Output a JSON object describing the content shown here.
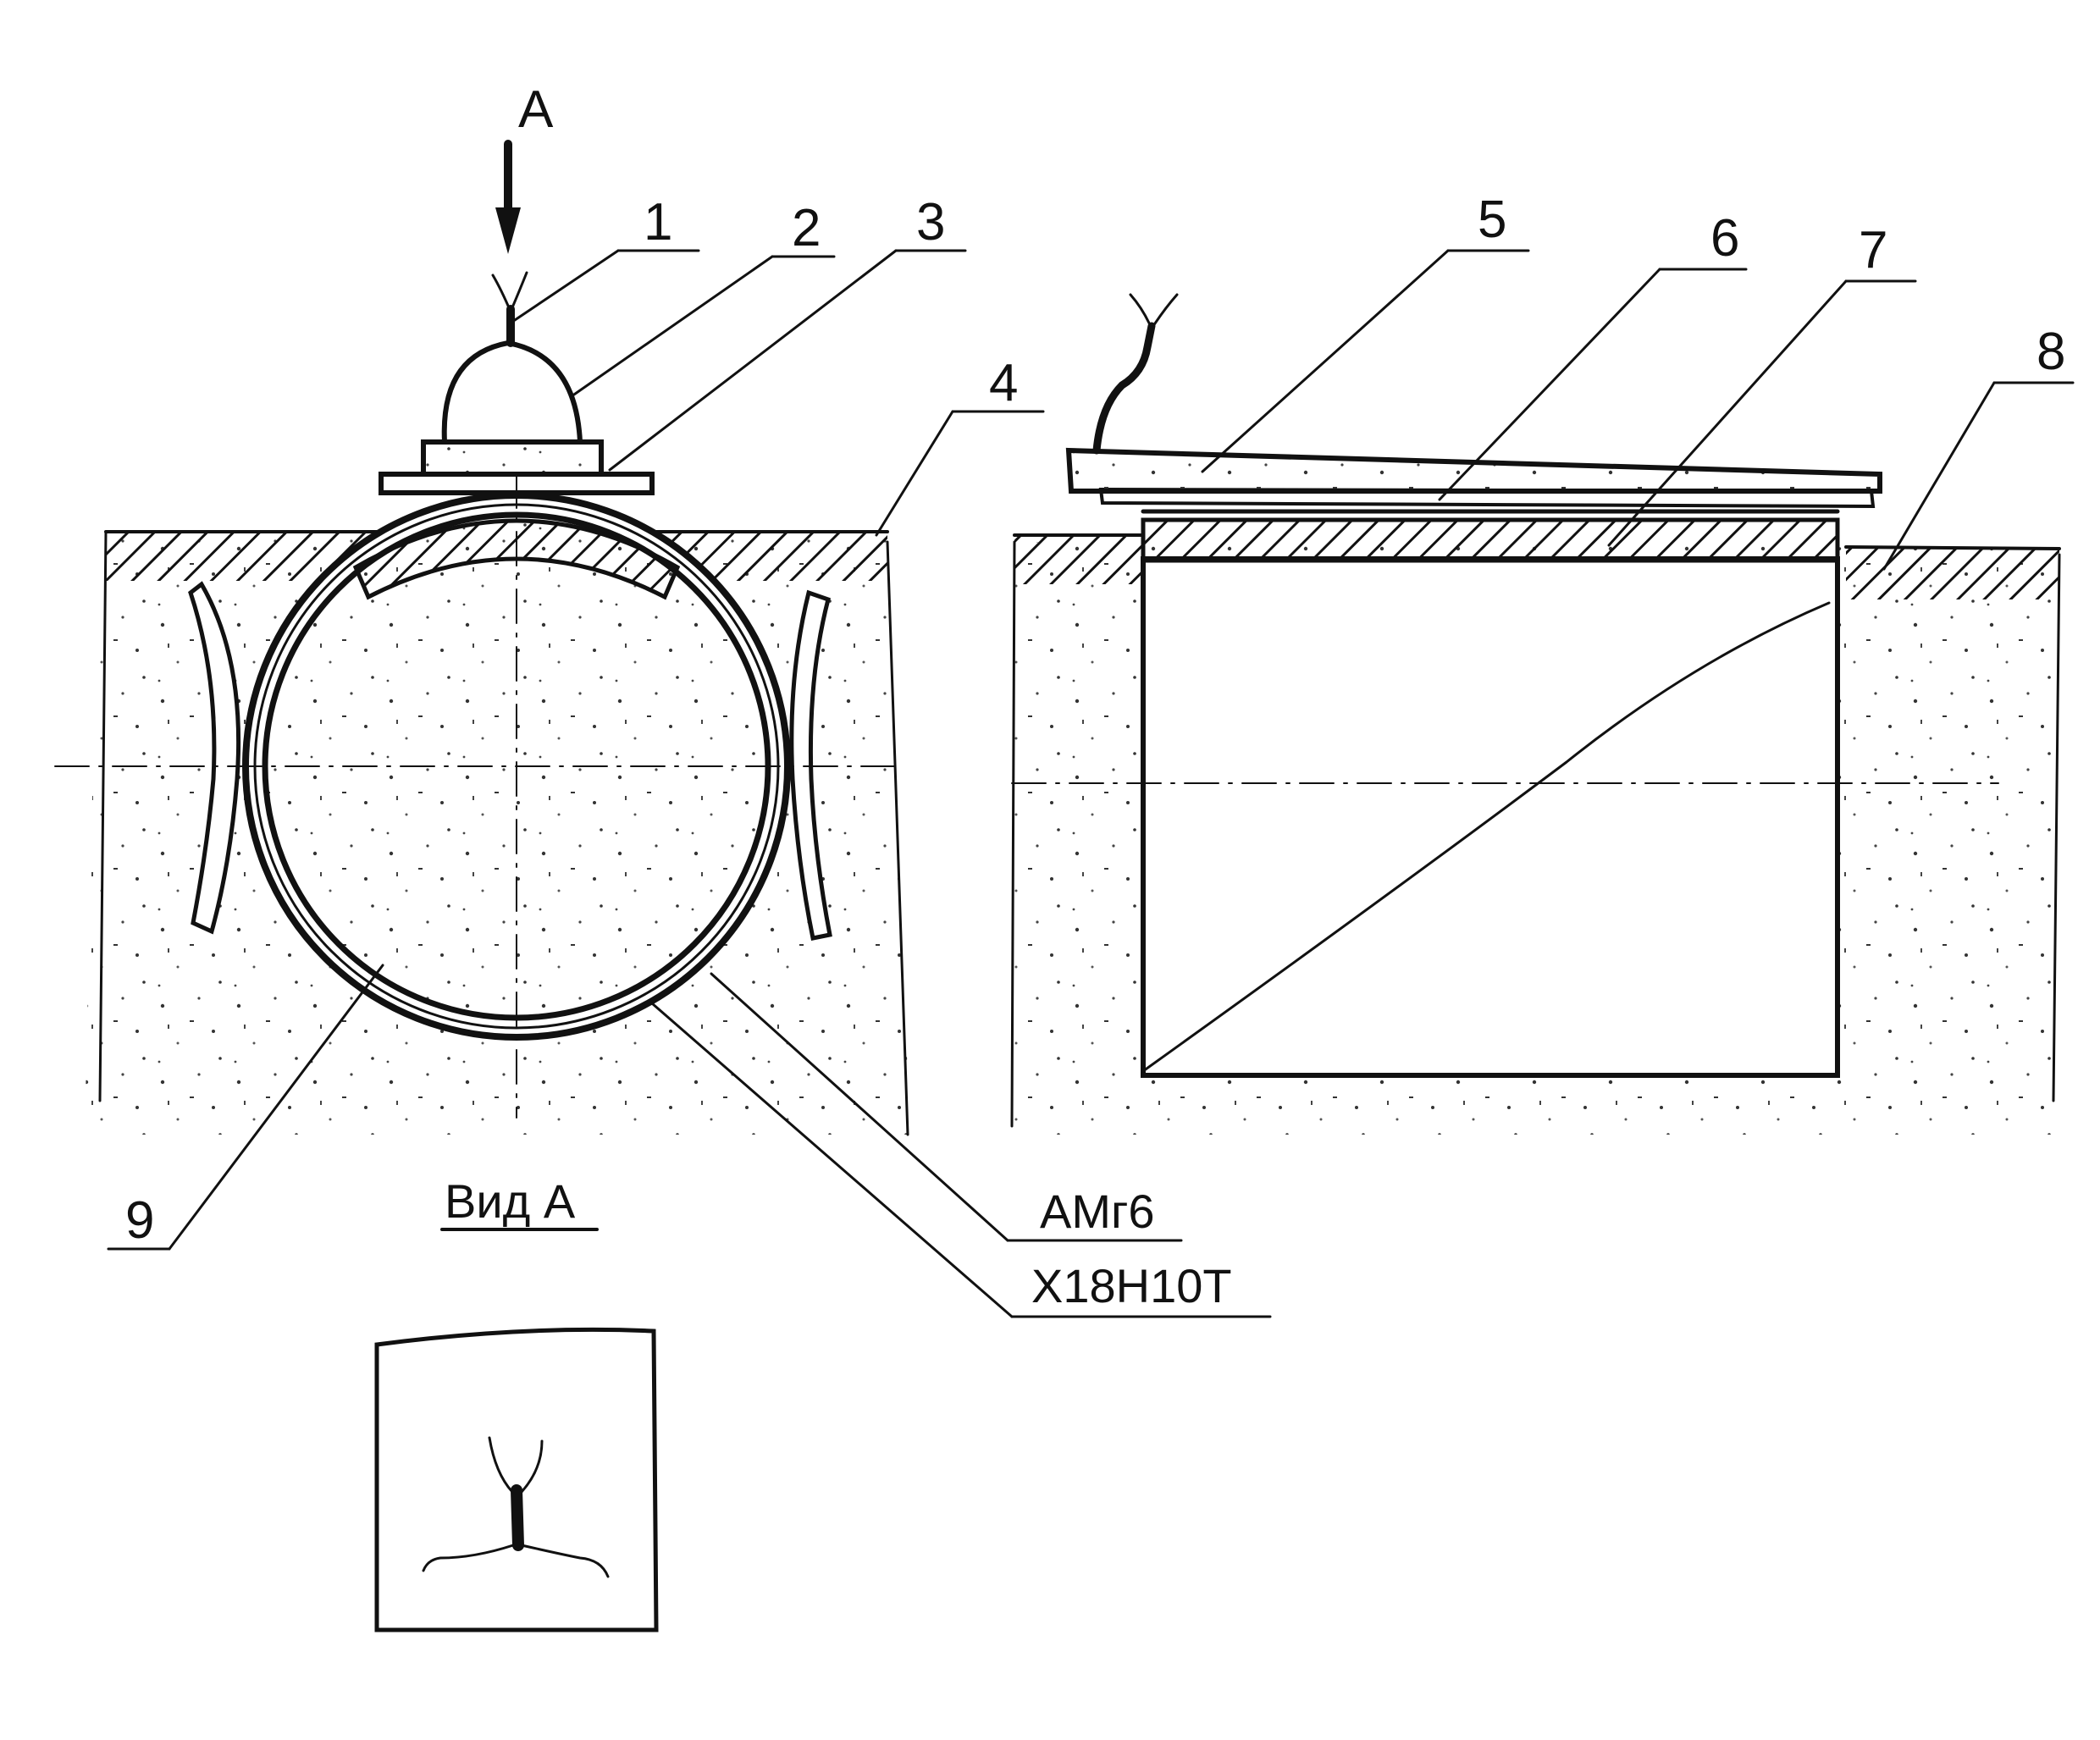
{
  "drawing": {
    "view_arrow_label": "А",
    "view_caption": "Вид А",
    "callouts": [
      "1",
      "2",
      "3",
      "4",
      "5",
      "6",
      "7",
      "8",
      "9"
    ],
    "materials": {
      "inner_pipe_layer": "АМг6",
      "outer_pipe_layer": "Х18Н10Т"
    }
  }
}
